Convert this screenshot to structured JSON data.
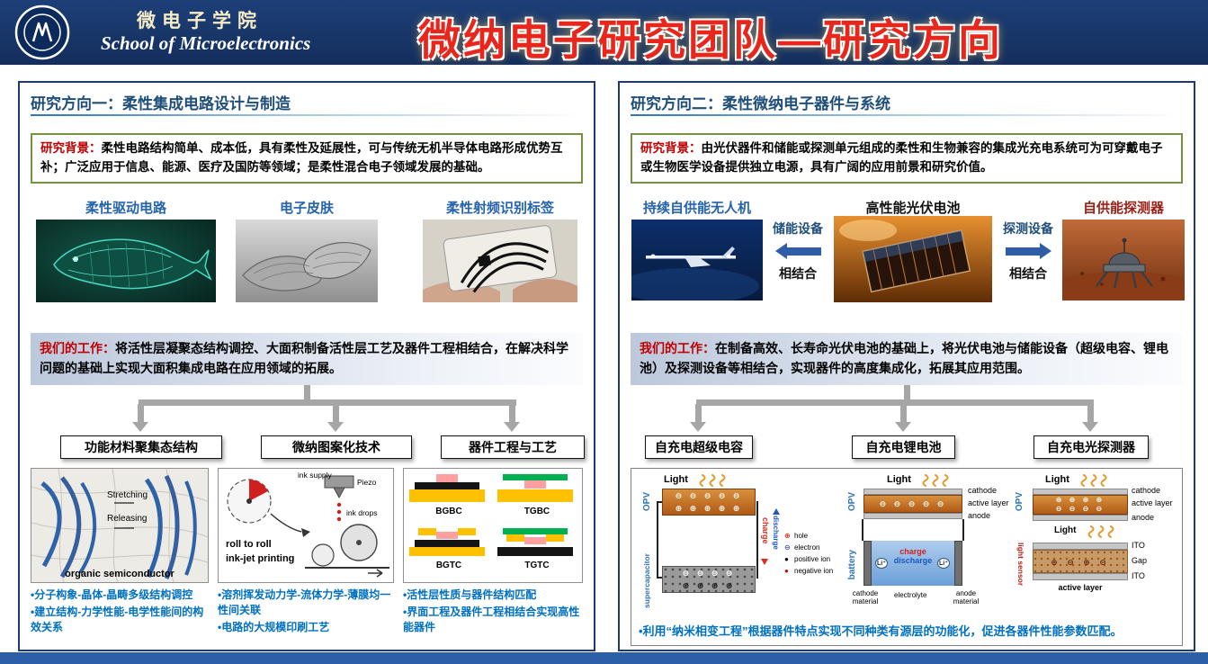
{
  "header": {
    "school_cn": "微电子学院",
    "school_en": "School of Microelectronics",
    "title": "微纳电子研究团队—研究方向"
  },
  "left": {
    "heading": "研究方向一：柔性集成电路设计与制造",
    "bg_label": "研究背景：",
    "bg_text": "柔性电路结构简单、成本低，具有柔性及延展性，可与传统无机半导体电路形成优势互补；广泛应用于信息、能源、医疗及国防等领域；是柔性混合电子领域发展的基础。",
    "examples": [
      "柔性驱动电路",
      "电子皮肤",
      "柔性射频识别标签"
    ],
    "work_label": "我们的工作：",
    "work_text": "将活性层凝聚态结构调控、大面积制备活性层工艺及器件工程相结合，在解决科学问题的基础上实现大面积集成电路在应用领域的拓展。",
    "topics": [
      "功能材料聚集态结构",
      "微纳图案化技术",
      "器件工程与工艺"
    ],
    "fiber": {
      "stretching": "Stretching",
      "releasing": "Releasing",
      "caption": "organic semiconductor",
      "bullets": [
        "•分子构象-晶体-晶畴多级结构调控",
        "•建立结构-力学性能-电学性能间的构效关系"
      ]
    },
    "printing": {
      "ink_supply": "ink supply",
      "piezo": "Piezo",
      "ink_drops": "ink drops",
      "caption1": "roll to roll",
      "caption2": "ink-jet printing",
      "bullets": [
        "•溶剂挥发动力学-流体力学-薄膜均一性间关联",
        "•电路的大规模印刷工艺"
      ]
    },
    "devices": {
      "labels": [
        "BGBC",
        "TGBC",
        "BGTC",
        "TGTC"
      ],
      "bullets": [
        "•活性层性质与器件结构匹配",
        "•界面工程及器件工程相结合实现高性能器件"
      ]
    }
  },
  "right": {
    "heading": "研究方向二：柔性微纳电子器件与系统",
    "bg_label": "研究背景：",
    "bg_text": "由光伏器件和储能或探测单元组成的柔性和生物兼容的集成光充电系统可为可穿戴电子或生物医学设备提供独立电源，具有广阔的应用前景和研究价值。",
    "examples": [
      "持续自供能无人机",
      "高性能光伏电池",
      "自供能探测器"
    ],
    "link1_top": "储能设备",
    "link1_bottom": "相结合",
    "link2_top": "探测设备",
    "link2_bottom": "相结合",
    "work_label": "我们的工作：",
    "work_text": "在制备高效、长寿命光伏电池的基础上，将光伏电池与储能设备（超级电容、锂电池）及探测设备等相结合，实现器件的高度集成化，拓展其应用范围。",
    "topics": [
      "自充电超级电容",
      "自充电锂电池",
      "自充电光探测器"
    ],
    "d1": {
      "light": "Light",
      "opv": "OPV",
      "minus_row": "⊖ ⊖ ⊖ ⊖ ⊖",
      "plus_row": "⊕ ⊕ ⊕ ⊕ ⊕",
      "charge": "charge",
      "discharge": "discharge",
      "supercap": "supercapacitor",
      "cap_minus_row": "⊖ ⊖ ⊖ ⊖",
      "cap_plus_row": "⊕ ⊕ ⊕ ⊕",
      "legend": [
        {
          "sym": "⊕",
          "label": "hole"
        },
        {
          "sym": "⊖",
          "label": "electron"
        },
        {
          "sym": "●",
          "label": "positive ion"
        },
        {
          "sym": "●",
          "label": "negative ion"
        }
      ]
    },
    "d2": {
      "light": "Light",
      "opv": "OPV",
      "minus_row": "⊖ ⊖ ⊖ ⊖ ⊖",
      "cathode": "cathode",
      "active": "active layer",
      "anode": "anode",
      "battery": "battery",
      "charge": "charge",
      "discharge": "discharge",
      "li": "Li⁺",
      "cathode_mat": "cathode material",
      "electrolyte": "electrolyte",
      "anode_mat": "anode material"
    },
    "d3": {
      "light1": "Light",
      "opv": "OPV",
      "plus_row": "⊕ ⊕ ⊕ ⊕",
      "minus_row": "⊖ ⊖ ⊖ ⊖",
      "cathode": "cathode",
      "active": "active layer",
      "anode": "anode",
      "light2": "Light",
      "sensor": "light sensor",
      "ito1": "ITO",
      "gap": "Gap",
      "ito2": "ITO",
      "active2": "active layer",
      "gap_syms": "⊕ ⊖ ⊕ ⊖"
    },
    "note": "•利用“纳米相变工程”根据器件特点实现不同种类有源层的功能化，促进各器件性能参数匹配。"
  }
}
